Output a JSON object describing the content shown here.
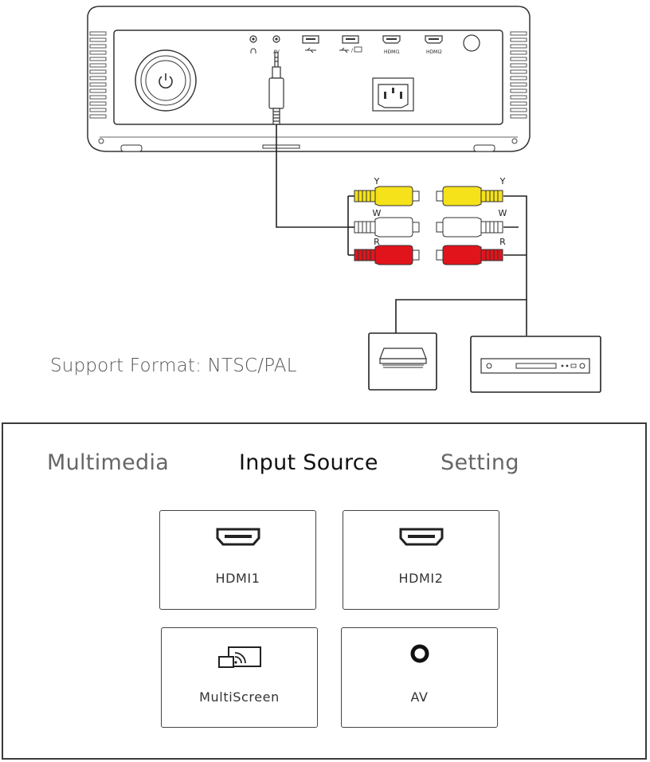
{
  "projector": {
    "port_labels": {
      "headphone": "",
      "av": "AV",
      "usb1": "",
      "usb2": "",
      "hdmi1": "HDMI1",
      "hdmi2": "HDMI2"
    }
  },
  "cable": {
    "left_connectors": [
      "Y",
      "W",
      "R"
    ],
    "right_connectors": [
      "Y",
      "W",
      "R"
    ],
    "colors": {
      "yellow": "#f5e21b",
      "white": "#ffffff",
      "red": "#e1141b"
    }
  },
  "support_format": "Support Format: NTSC/PAL",
  "menu": {
    "tabs": [
      {
        "label": "Multimedia",
        "active": false
      },
      {
        "label": "Input Source",
        "active": true
      },
      {
        "label": "Setting",
        "active": false
      }
    ],
    "sources": [
      {
        "label": "HDMI1",
        "icon": "hdmi-icon"
      },
      {
        "label": "HDMI2",
        "icon": "hdmi-icon"
      },
      {
        "label": "MultiScreen",
        "icon": "screen-cast-icon"
      },
      {
        "label": "AV",
        "icon": "av-jack-icon"
      }
    ]
  }
}
